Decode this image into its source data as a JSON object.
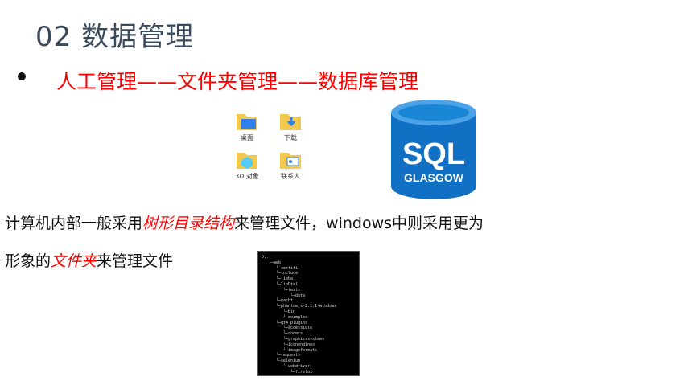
{
  "title": "02 数据管理",
  "bullet": "人工管理——文件夹管理——数据库管理",
  "folders": [
    {
      "label": "桌面",
      "icon": "desktop-folder-icon"
    },
    {
      "label": "下载",
      "icon": "download-folder-icon"
    },
    {
      "label": "3D 对象",
      "icon": "3d-objects-folder-icon"
    },
    {
      "label": "联系人",
      "icon": "contacts-folder-icon"
    }
  ],
  "sql_logo": {
    "line1": "SQL",
    "line2": "GLASGOW",
    "color": "#0a6ebd"
  },
  "paragraph": {
    "line1_pre": "计算机内部一般采用",
    "line1_hl": "树形目录结构",
    "line1_post": "来管理文件，windows中则采用更为",
    "line2_pre": "形象的",
    "line2_hl": "文件夹",
    "line2_post": "来管理文件"
  },
  "tree_lines": [
    "D:.",
    "web",
    "certifi",
    "include",
    "jieba",
    "libDtel",
    "tests",
    "data",
    "nacht",
    "phantomjs-2.1.1-windows",
    "bin",
    "examples",
    "qt4_plugins",
    "accessible",
    "codecs",
    "graphicssystems",
    "iconengines",
    "imageformats",
    "requests",
    "selenium",
    "webdriver",
    "firefox"
  ]
}
